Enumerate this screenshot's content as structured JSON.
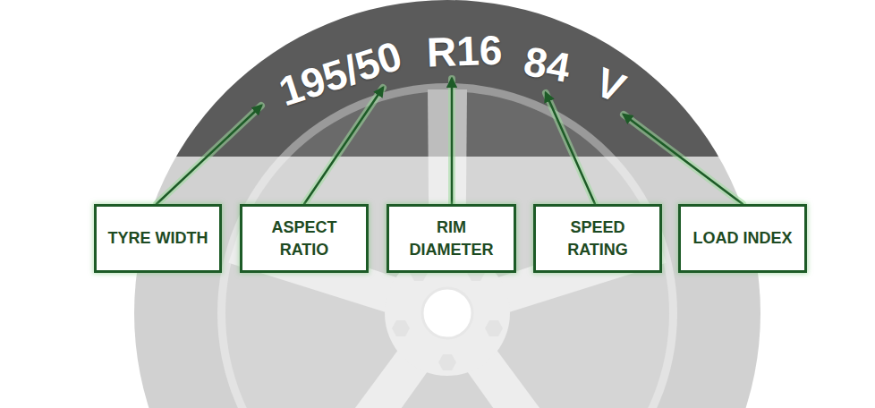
{
  "diagram": {
    "nodes": [
      {
        "text": [
          "TYRE WIDTH"
        ]
      },
      {
        "text": [
          "ASPECT RATIO"
        ]
      },
      {
        "text": [
          "RIM DIAMETER"
        ]
      },
      {
        "text": [
          "SPEED RATING"
        ]
      },
      {
        "text": [
          "LOAD INDEX"
        ]
      }
    ],
    "labels": [
      "195/50",
      "R16",
      "84",
      "V"
    ]
  }
}
